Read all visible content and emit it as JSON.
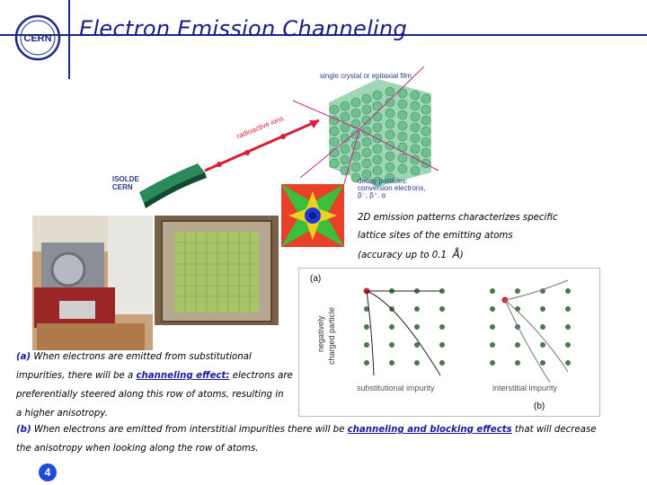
{
  "slide": {
    "title": "Electron Emission Channeling",
    "logo_text": "CERN",
    "page_number": "4"
  },
  "diagram": {
    "crystal_label": "single crystal or epitaxial film",
    "beam_label": "radioactive ions",
    "isolde_line1": "ISOLDE",
    "isolde_line2": "CERN",
    "decay_line1": "decay particles:",
    "decay_line2": "conversion electrons,",
    "decay_line3": "β⁻, β⁺, α"
  },
  "emission_note": {
    "line1": "2D emission patterns characterizes specific",
    "line2": "lattice sites of the emitting atoms",
    "line3_prefix": "(accuracy up to 0.1",
    "unit": "Å",
    "line3_suffix": ")"
  },
  "impurity_figure": {
    "label_a": "(a)",
    "label_b": "(b)",
    "axis_label_line1": "negatively",
    "axis_label_line2": "charged particle",
    "substitutional_label": "substitutional impurity",
    "interstitial_label": "interstitial impurity"
  },
  "caption_a": {
    "tag": "(a)",
    "line1_rest": " When electrons are emitted from substitutional",
    "line2_prefix": "impurities, there will be a ",
    "line2_link": "channeling effect:",
    "line2_suffix": " electrons are",
    "line3": "preferentially steered along this row of atoms, resulting in",
    "line4": "a higher anisotropy."
  },
  "caption_b": {
    "tag": "(b)",
    "line1_prefix": " When electrons are emitted from interstitial impurities there will be ",
    "line1_link": "channeling and blocking effects",
    "line1_suffix": " that will decrease",
    "line2": "the anisotropy when looking along the row of atoms."
  },
  "colors": {
    "title": "#1a1a8a",
    "rule": "#1a2a8a",
    "crystal_sphere": "#6fbf8f",
    "beam_arrow": "#d81e3a",
    "page_badge": "#1f4bd6"
  }
}
